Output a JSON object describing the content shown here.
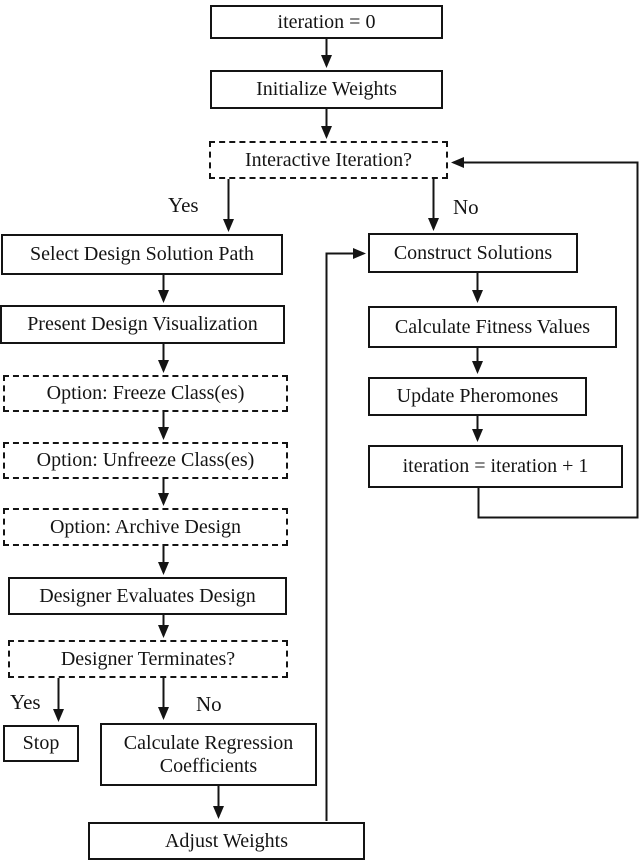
{
  "diagram": {
    "colors": {
      "line": "#141414",
      "background": "#ffffff",
      "box_fill": "#ffffff"
    },
    "nodes": {
      "iteration_zero": {
        "label": "iteration = 0",
        "style": "solid"
      },
      "initialize_weights": {
        "label": "Initialize Weights",
        "style": "solid"
      },
      "interactive_iteration": {
        "label": "Interactive Iteration?",
        "style": "dashed"
      },
      "select_path": {
        "label": "Select Design Solution Path",
        "style": "solid"
      },
      "present_visualization": {
        "label": "Present Design Visualization",
        "style": "solid"
      },
      "option_freeze": {
        "label": "Option: Freeze Class(es)",
        "style": "dashed"
      },
      "option_unfreeze": {
        "label": "Option: Unfreeze Class(es)",
        "style": "dashed"
      },
      "option_archive": {
        "label": "Option: Archive Design",
        "style": "dashed"
      },
      "designer_evaluates": {
        "label": "Designer Evaluates Design",
        "style": "solid"
      },
      "designer_terminates": {
        "label": "Designer Terminates?",
        "style": "dashed"
      },
      "stop": {
        "label": "Stop",
        "style": "solid"
      },
      "calculate_regression": {
        "label": "Calculate Regression Coefficients",
        "style": "solid"
      },
      "adjust_weights": {
        "label": "Adjust Weights",
        "style": "solid"
      },
      "construct_solutions": {
        "label": "Construct Solutions",
        "style": "solid"
      },
      "calculate_fitness": {
        "label": "Calculate Fitness Values",
        "style": "solid"
      },
      "update_pheromones": {
        "label": "Update Pheromones",
        "style": "solid"
      },
      "iteration_increment": {
        "label": "iteration = iteration + 1",
        "style": "solid"
      }
    },
    "edge_labels": {
      "interactive_yes": "Yes",
      "interactive_no": "No",
      "terminate_yes": "Yes",
      "terminate_no": "No"
    }
  }
}
